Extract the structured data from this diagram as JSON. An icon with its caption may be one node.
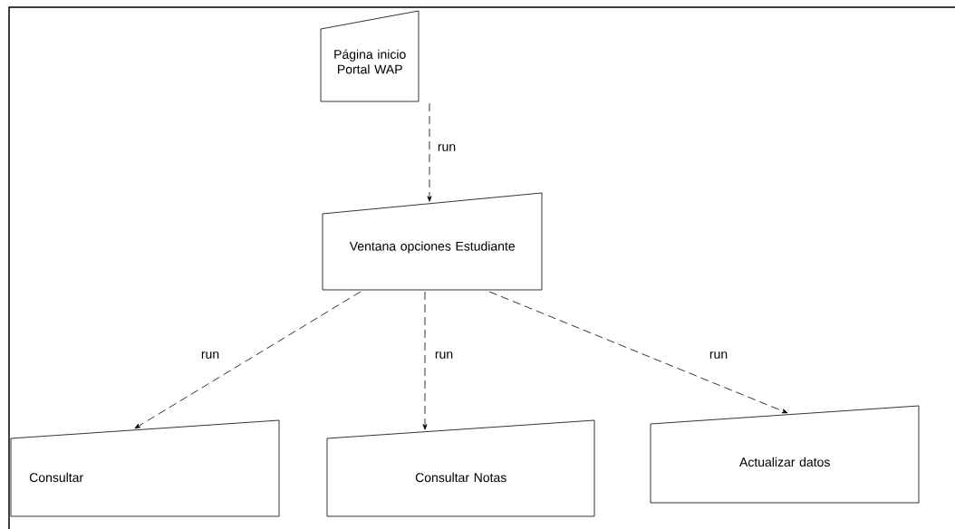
{
  "diagram": {
    "nodes": [
      {
        "text": [
          "Página inicio Portal WAP"
        ]
      },
      {
        "text": [
          "Ventana opciones Estudiante"
        ]
      },
      {
        "text": [
          "Consultar"
        ]
      },
      {
        "text": [
          "Consultar Notas"
        ]
      },
      {
        "text": [
          "Actualizar datos"
        ]
      }
    ],
    "edges": [
      {
        "from": 0,
        "to": 1,
        "arrow": "to",
        "style": "dashed",
        "label": "run"
      },
      {
        "from": 1,
        "to": 2,
        "arrow": "to",
        "style": "dashed",
        "label": "run"
      },
      {
        "from": 1,
        "to": 3,
        "arrow": "to",
        "style": "dashed",
        "label": "run"
      },
      {
        "from": 1,
        "to": 4,
        "arrow": "to",
        "style": "dashed",
        "label": "run"
      }
    ]
  }
}
